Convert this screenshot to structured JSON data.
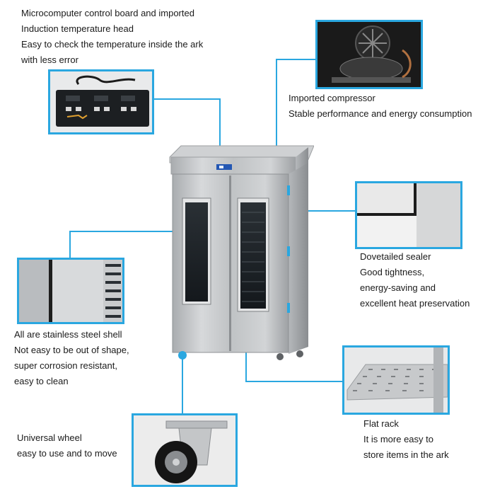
{
  "captions": {
    "control_board": [
      "Microcomputer control board and imported",
      "Induction temperature head",
      "Easy to check the temperature inside the ark",
      "with less error"
    ],
    "compressor": [
      "Imported compressor",
      "Stable performance and energy consumption"
    ],
    "sealer": [
      "Dovetailed sealer",
      "Good tightness,",
      "energy-saving and",
      "excellent heat preservation"
    ],
    "shell": [
      "All are stainless steel shell",
      "Not easy to be out of shape,",
      "super corrosion resistant,",
      "easy to clean"
    ],
    "rack": [
      "Flat rack",
      "It is more easy to",
      "store items in the ark"
    ],
    "wheel": [
      "Universal wheel",
      "easy to use and to move"
    ]
  },
  "colors": {
    "accent": "#2aa7e0",
    "steel": "#c4c6c8",
    "steel_dark": "#8c8f92",
    "glass": "#1c2126"
  }
}
